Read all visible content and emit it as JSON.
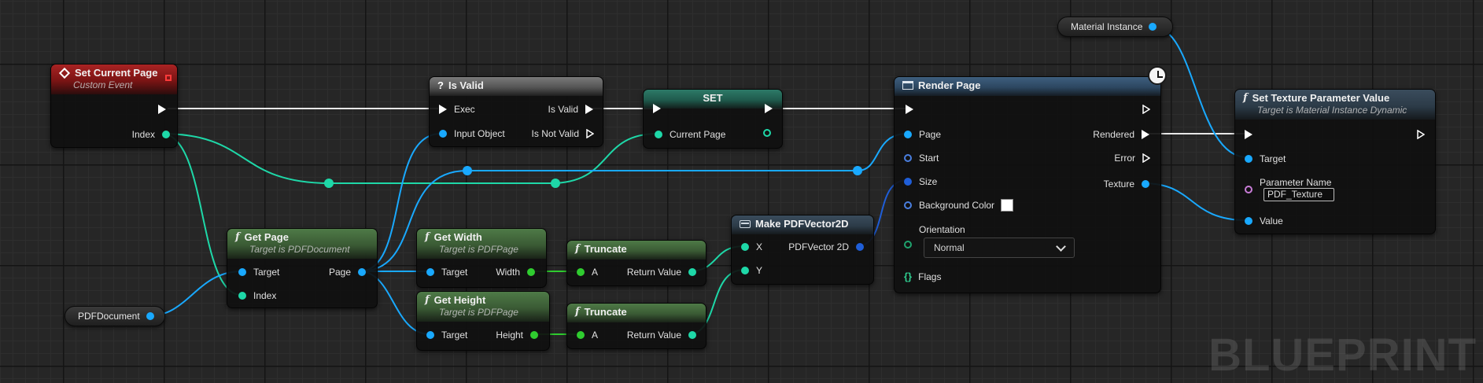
{
  "colors": {
    "object_pin": "#19a9ff",
    "integer_pin": "#1ed8a8",
    "float_pin": "#2fcc2f",
    "struct_pin": "#1f5ed8",
    "name_pin": "#c97dd8",
    "exec_wire": "#ffffff",
    "event_header": "#a92323",
    "function_header": "#4e7a47"
  },
  "nodes": {
    "set_current_page": {
      "title": "Set Current Page",
      "subtitle": "Custom Event",
      "icon": "event-diamond-icon",
      "pins": {
        "index": "Index"
      }
    },
    "is_valid": {
      "title": "Is Valid",
      "icon": "question-icon",
      "pins": {
        "exec": "Exec",
        "input_object": "Input Object",
        "is_valid": "Is Valid",
        "is_not_valid": "Is Not Valid"
      }
    },
    "set": {
      "title": "SET",
      "pins": {
        "current_page": "Current Page"
      }
    },
    "render_page": {
      "title": "Render Page",
      "icon": "window-icon",
      "pins": {
        "page": "Page",
        "start": "Start",
        "size": "Size",
        "background_color": "Background Color",
        "orientation": "Orientation",
        "flags": "Flags",
        "rendered": "Rendered",
        "error": "Error",
        "texture": "Texture"
      },
      "orientation_value": "Normal"
    },
    "set_texture_param": {
      "title": "Set Texture Parameter Value",
      "subtitle": "Target is Material Instance Dynamic",
      "pins": {
        "target": "Target",
        "parameter_name": "Parameter Name",
        "value": "Value"
      },
      "parameter_name_value": "PDF_Texture"
    },
    "get_page": {
      "title": "Get Page",
      "subtitle": "Target is PDFDocument",
      "pins": {
        "target": "Target",
        "index": "Index",
        "page": "Page"
      }
    },
    "get_width": {
      "title": "Get Width",
      "subtitle": "Target is PDFPage",
      "pins": {
        "target": "Target",
        "width": "Width"
      }
    },
    "get_height": {
      "title": "Get Height",
      "subtitle": "Target is PDFPage",
      "pins": {
        "target": "Target",
        "height": "Height"
      }
    },
    "truncate_1": {
      "title": "Truncate",
      "pins": {
        "a": "A",
        "return_value": "Return Value"
      }
    },
    "truncate_2": {
      "title": "Truncate",
      "pins": {
        "a": "A",
        "return_value": "Return Value"
      }
    },
    "make_vector": {
      "title": "Make PDFVector2D",
      "icon": "struct-icon",
      "pins": {
        "x": "X",
        "y": "Y",
        "out": "PDFVector 2D"
      }
    }
  },
  "variables": {
    "material_instance": "Material Instance",
    "pdf_document": "PDFDocument"
  },
  "watermark": "BLUEPRINT"
}
